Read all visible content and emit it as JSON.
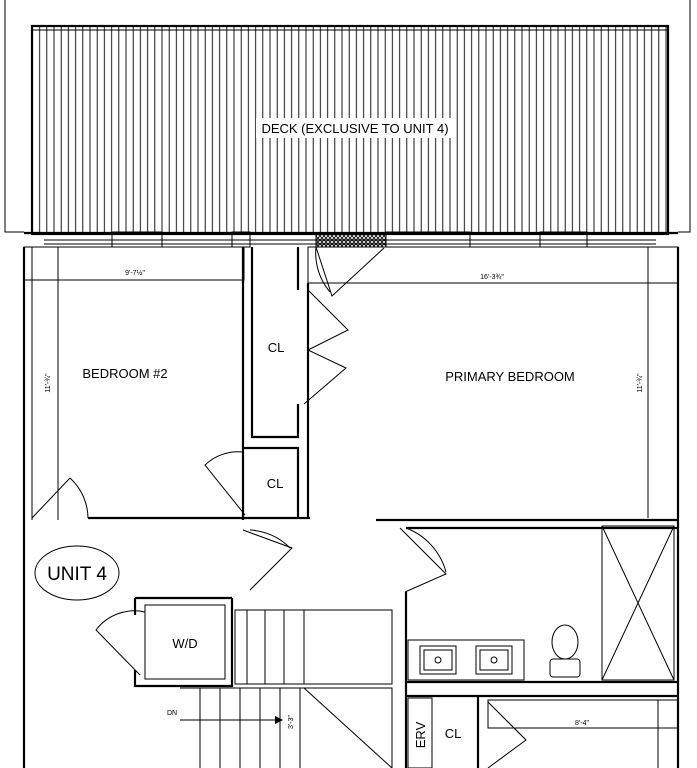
{
  "labels": {
    "deck": "DECK (EXCLUSIVE TO UNIT 4)",
    "bedroom2": "BEDROOM #2",
    "primary_bedroom": "PRIMARY BEDROOM",
    "closet_upper": "CL",
    "closet_lower": "CL",
    "closet_bottom": "CL",
    "unit": "UNIT 4",
    "washer_dryer": "W/D",
    "erv": "ERV",
    "stair_dn": "DN"
  },
  "dimensions": {
    "bedroom2_width": "9'-7½\"",
    "bedroom2_depth": "11'-¾\"",
    "primary_width": "16'-3¾\"",
    "primary_depth": "11'-¾\"",
    "stair_width": "3'-3\"",
    "lower_room_width": "8'-4\""
  }
}
